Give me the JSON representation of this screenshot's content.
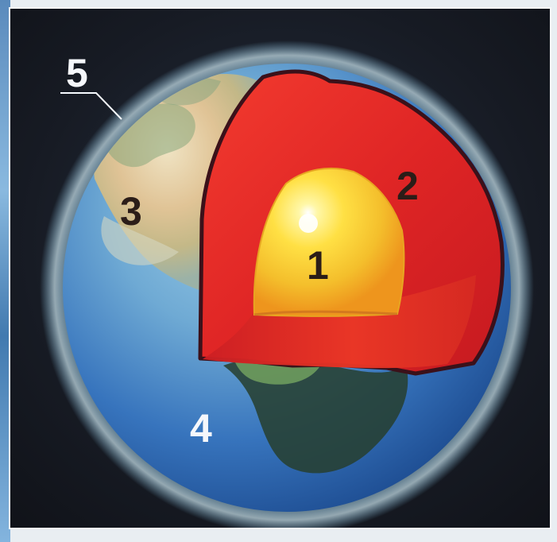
{
  "diagram": {
    "labels": {
      "inner_core": "1",
      "mantle": "2",
      "continent_crust": "3",
      "ocean_crust": "4",
      "atmosphere": "5"
    },
    "colors": {
      "space": "#161a22",
      "core": "#ffdd35",
      "core_shadow": "#f0a21f",
      "mantle": "#d92522",
      "mantle_dark": "#8c1217",
      "ocean": "#3d83c9",
      "land": "#e8d6a8",
      "atmosphere_glow": "#b9e8ff",
      "label_dark": "#2b1d18",
      "label_light": "#f5f7fb"
    }
  }
}
